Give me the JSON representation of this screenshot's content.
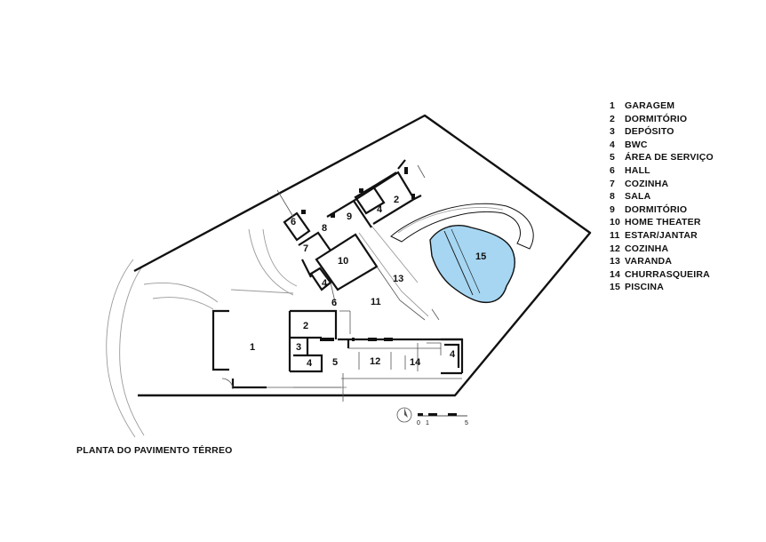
{
  "plan_title": "PLANTA DO PAVIMENTO TÉRREO",
  "legend": [
    {
      "num": "1",
      "label": "GARAGEM"
    },
    {
      "num": "2",
      "label": "DORMITÓRIO"
    },
    {
      "num": "3",
      "label": "DEPÓSITO"
    },
    {
      "num": "4",
      "label": "BWC"
    },
    {
      "num": "5",
      "label": "ÁREA DE SERVIÇO"
    },
    {
      "num": "6",
      "label": "HALL"
    },
    {
      "num": "7",
      "label": "COZINHA"
    },
    {
      "num": "8",
      "label": "SALA"
    },
    {
      "num": "9",
      "label": "DORMITÓRIO"
    },
    {
      "num": "10",
      "label": "HOME THEATER"
    },
    {
      "num": "11",
      "label": "ESTAR/JANTAR"
    },
    {
      "num": "12",
      "label": "COZINHA"
    },
    {
      "num": "13",
      "label": "VARANDA"
    },
    {
      "num": "14",
      "label": "CHURRASQUEIRA"
    },
    {
      "num": "15",
      "label": "PISCINA"
    }
  ],
  "room_labels": [
    "1",
    "2",
    "3",
    "4",
    "5",
    "6",
    "7",
    "8",
    "9",
    "10",
    "11",
    "12",
    "13",
    "14",
    "15",
    "2",
    "4",
    "4",
    "4",
    "6"
  ],
  "scale_bar": {
    "ticks": [
      "0",
      "1",
      "5"
    ]
  },
  "colors": {
    "pool": "#a6d6f2",
    "lines": "#111111",
    "site_lines": "#9a9a9a"
  }
}
